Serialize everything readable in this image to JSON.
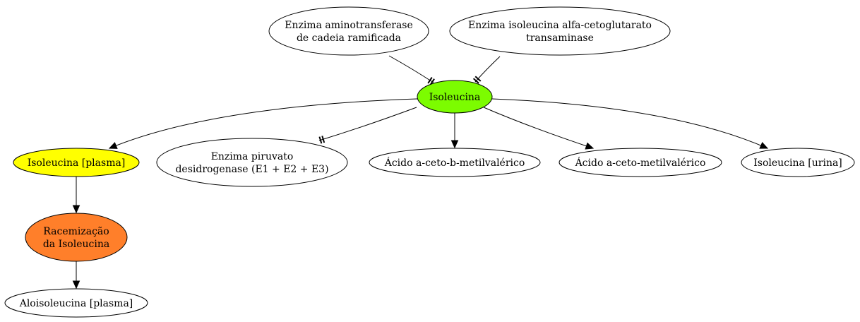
{
  "colors": {
    "isoleucina": "#7CFC00",
    "isoleucina_plasma": "#FFFF00",
    "racemizacao": "#FF7F2A",
    "default": "#FFFFFF"
  },
  "nodes": {
    "enzima_aminotransferase": [
      "Enzima aminotransferase",
      "de cadeia ramificada"
    ],
    "enzima_isoleucina_alfa": [
      "Enzima isoleucina alfa-cetoglutarato",
      "transaminase"
    ],
    "isoleucina": [
      "Isoleucina"
    ],
    "isoleucina_plasma": [
      "Isoleucina [plasma]"
    ],
    "enzima_piruvato": [
      "Enzima piruvato",
      "desidrogenase (E1 + E2 + E3)"
    ],
    "acido_keto_b": [
      "Ácido a-ceto-b-metilvalérico"
    ],
    "acido_keto": [
      "Ácido a-ceto-metilvalérico"
    ],
    "isoleucina_urina": [
      "Isoleucina [urina]"
    ],
    "racemizacao": [
      "Racemização",
      "da Isoleucina"
    ],
    "aloisoleucina_plasma": [
      "Aloisoleucina [plasma]"
    ]
  },
  "edges": [
    {
      "from": "enzima_aminotransferase",
      "to": "isoleucina",
      "head": "tee"
    },
    {
      "from": "enzima_isoleucina_alfa",
      "to": "isoleucina",
      "head": "tee"
    },
    {
      "from": "isoleucina",
      "to": "isoleucina_plasma",
      "head": "arrow"
    },
    {
      "from": "isoleucina",
      "to": "enzima_piruvato",
      "head": "tee"
    },
    {
      "from": "isoleucina",
      "to": "acido_keto_b",
      "head": "arrow"
    },
    {
      "from": "isoleucina",
      "to": "acido_keto",
      "head": "arrow"
    },
    {
      "from": "isoleucina",
      "to": "isoleucina_urina",
      "head": "arrow"
    },
    {
      "from": "isoleucina_plasma",
      "to": "racemizacao",
      "head": "arrow"
    },
    {
      "from": "racemizacao",
      "to": "aloisoleucina_plasma",
      "head": "arrow"
    }
  ]
}
